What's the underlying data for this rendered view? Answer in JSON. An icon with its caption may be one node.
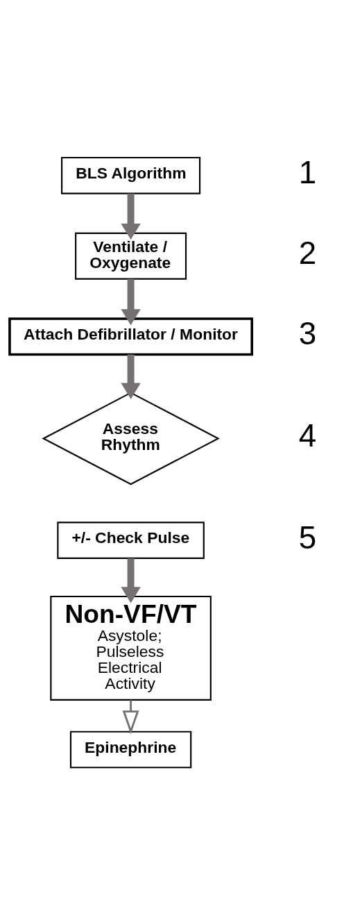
{
  "diagram": {
    "nodes": [
      {
        "text": [
          "BLS Algorithm"
        ]
      },
      {
        "text": [
          "Ventilate / Oxygenate"
        ]
      },
      {
        "text": [
          "Attach Defibrillator / Monitor"
        ]
      },
      {
        "text": [
          "Assess Rhythm"
        ]
      },
      {
        "text": [
          "+/- Check Pulse"
        ]
      },
      {
        "text": [
          "Non-VF/VT",
          "Asystole; Pulseless Electrical Activity"
        ]
      },
      {
        "text": [
          "Epinephrine"
        ]
      }
    ],
    "edges": [
      {
        "from": 0,
        "to": 1,
        "arrow": "to"
      },
      {
        "from": 1,
        "to": 2,
        "arrow": "to"
      },
      {
        "from": 2,
        "to": 3,
        "arrow": "to"
      },
      {
        "from": 4,
        "to": 5,
        "arrow": "to"
      },
      {
        "from": 5,
        "to": 6,
        "arrow": "to"
      }
    ],
    "labels": [
      "1",
      "2",
      "3",
      "4",
      "5"
    ]
  }
}
